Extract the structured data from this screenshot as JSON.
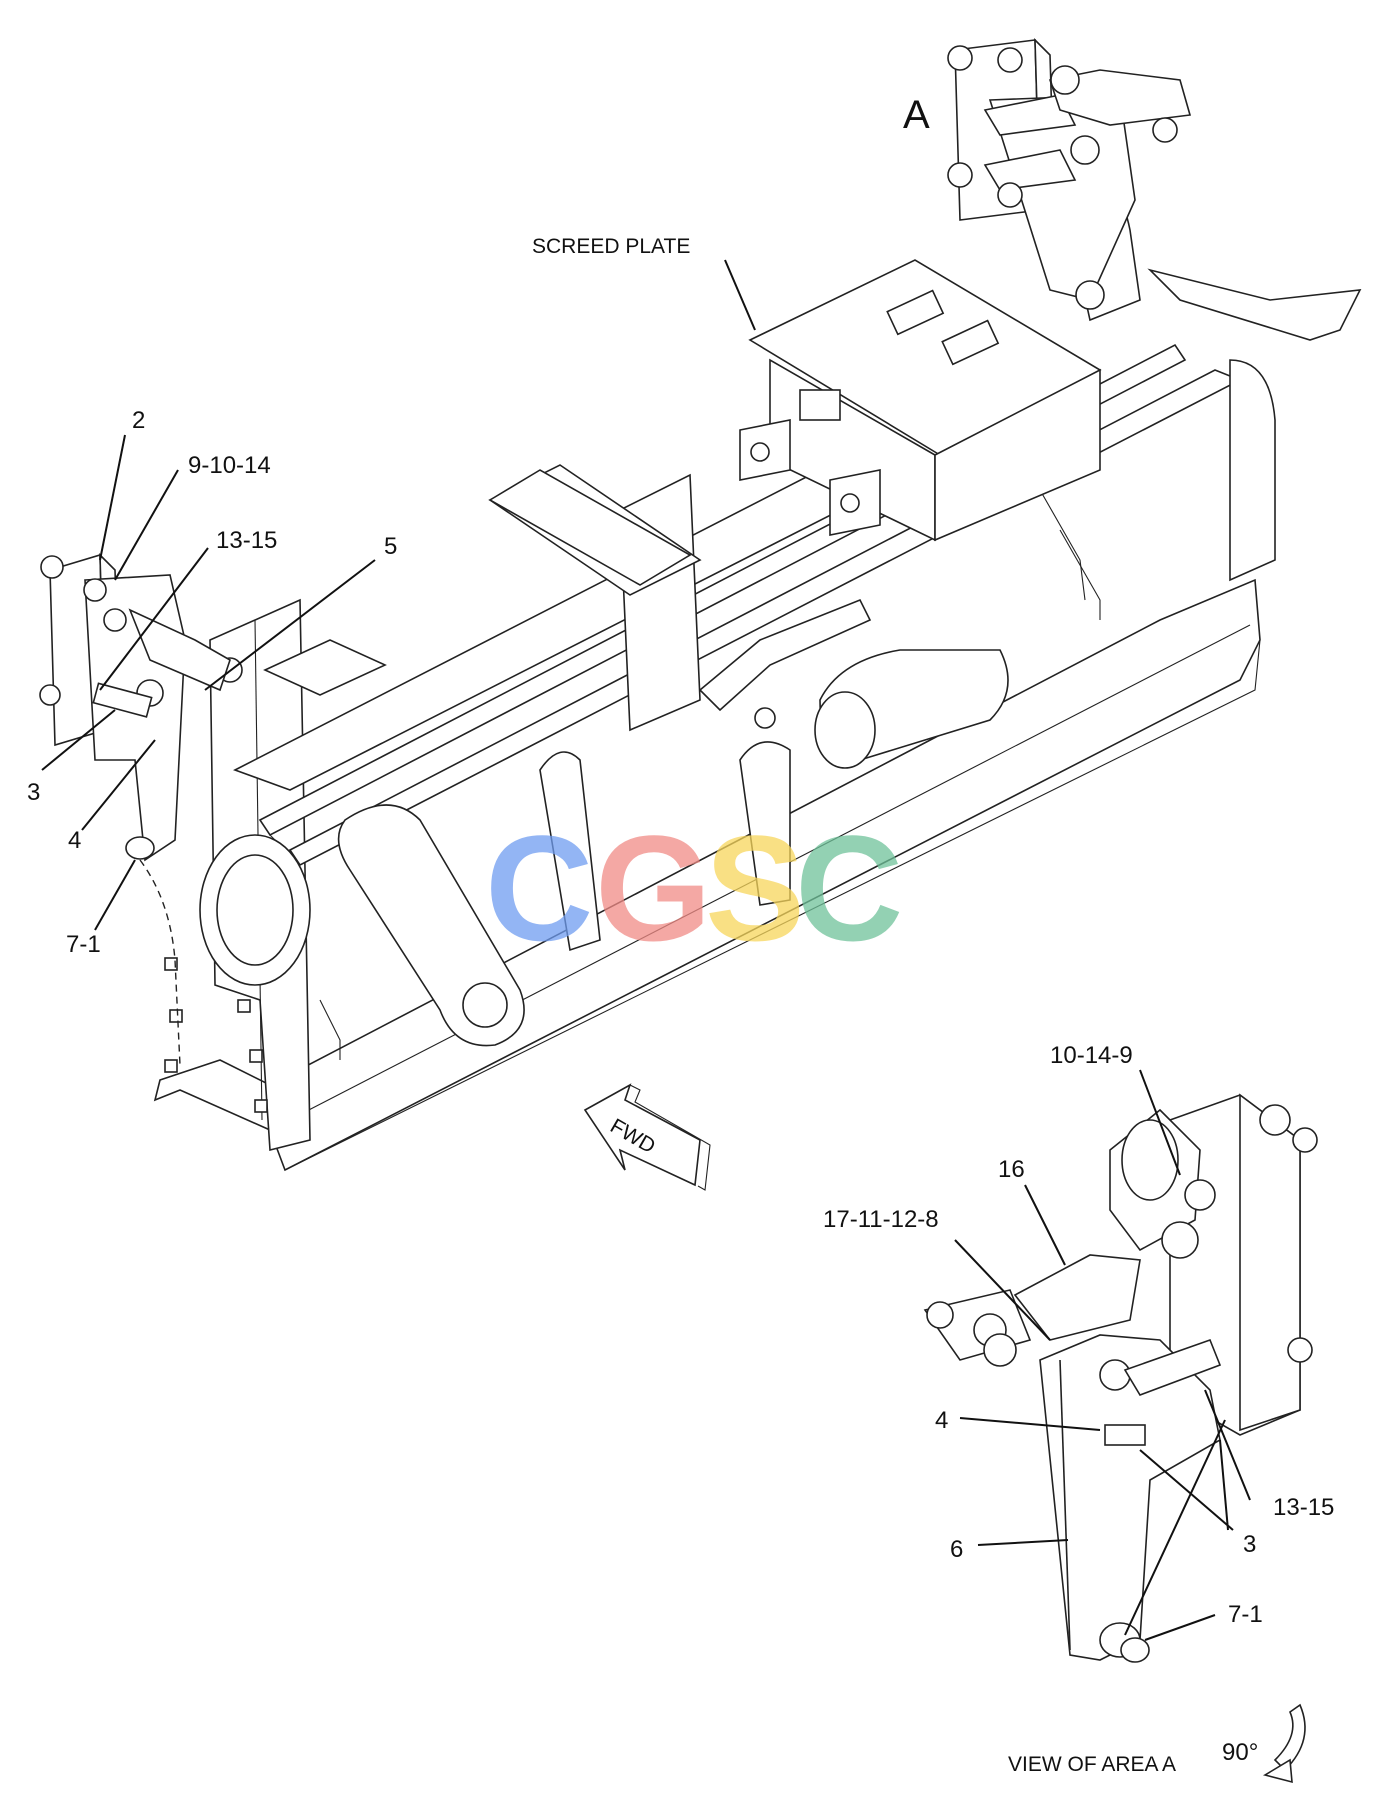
{
  "labels": {
    "view_marker": "A",
    "screed_plate": "SCREED PLATE",
    "left_2": "2",
    "left_9_10_14": "9-10-14",
    "left_13_15": "13-15",
    "left_5": "5",
    "left_3": "3",
    "left_4": "4",
    "left_7_1": "7-1",
    "fwd": "FWD",
    "detail_10_14_9": "10-14-9",
    "detail_16": "16",
    "detail_17_11_12_8": "17-11-12-8",
    "detail_4": "4",
    "detail_13_15": "13-15",
    "detail_6": "6",
    "detail_3": "3",
    "detail_7_1": "7-1",
    "view_of_area": "VIEW OF AREA  A",
    "rotation": "90°"
  },
  "watermark": {
    "text": "CGSC",
    "colors": [
      "#6f9cf0",
      "#f08b86",
      "#f7d55b",
      "#6fc29a"
    ]
  }
}
